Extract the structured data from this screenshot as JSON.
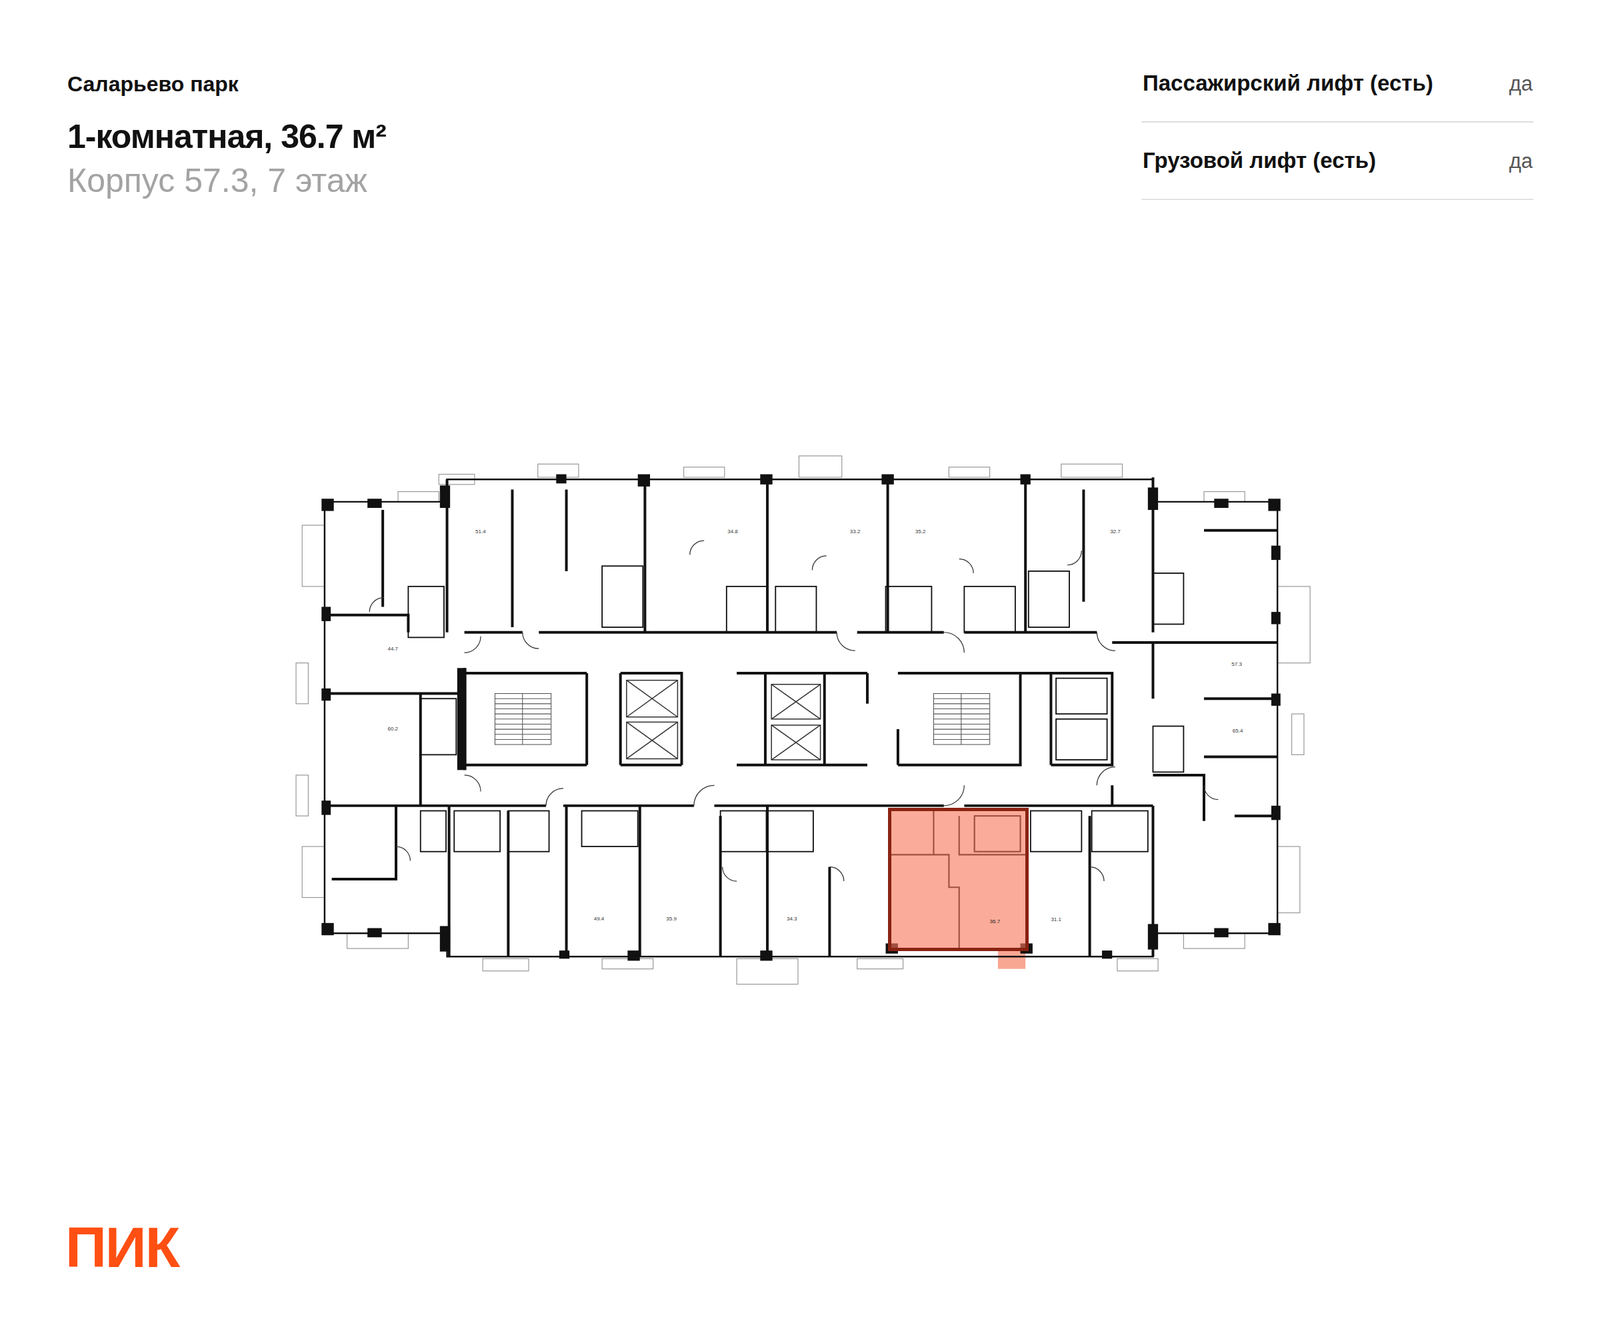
{
  "diagram": {
    "title": "1-комнатная, 36.7 м²",
    "nodes": [
      {
        "text": [
          "36.7"
        ]
      }
    ],
    "labels": [
      "Саларьево парк",
      "Корпус 57.3, 7 этаж",
      "Пассажирский лифт (есть)",
      "да",
      "Грузовой лифт (есть)",
      "да",
      "ПИК",
      "51.4",
      "34.8",
      "33.2",
      "35.2",
      "32.7",
      "44.7",
      "57.3",
      "60.2",
      "65.4",
      "49.4",
      "35.9",
      "34.3",
      "31.1"
    ]
  }
}
